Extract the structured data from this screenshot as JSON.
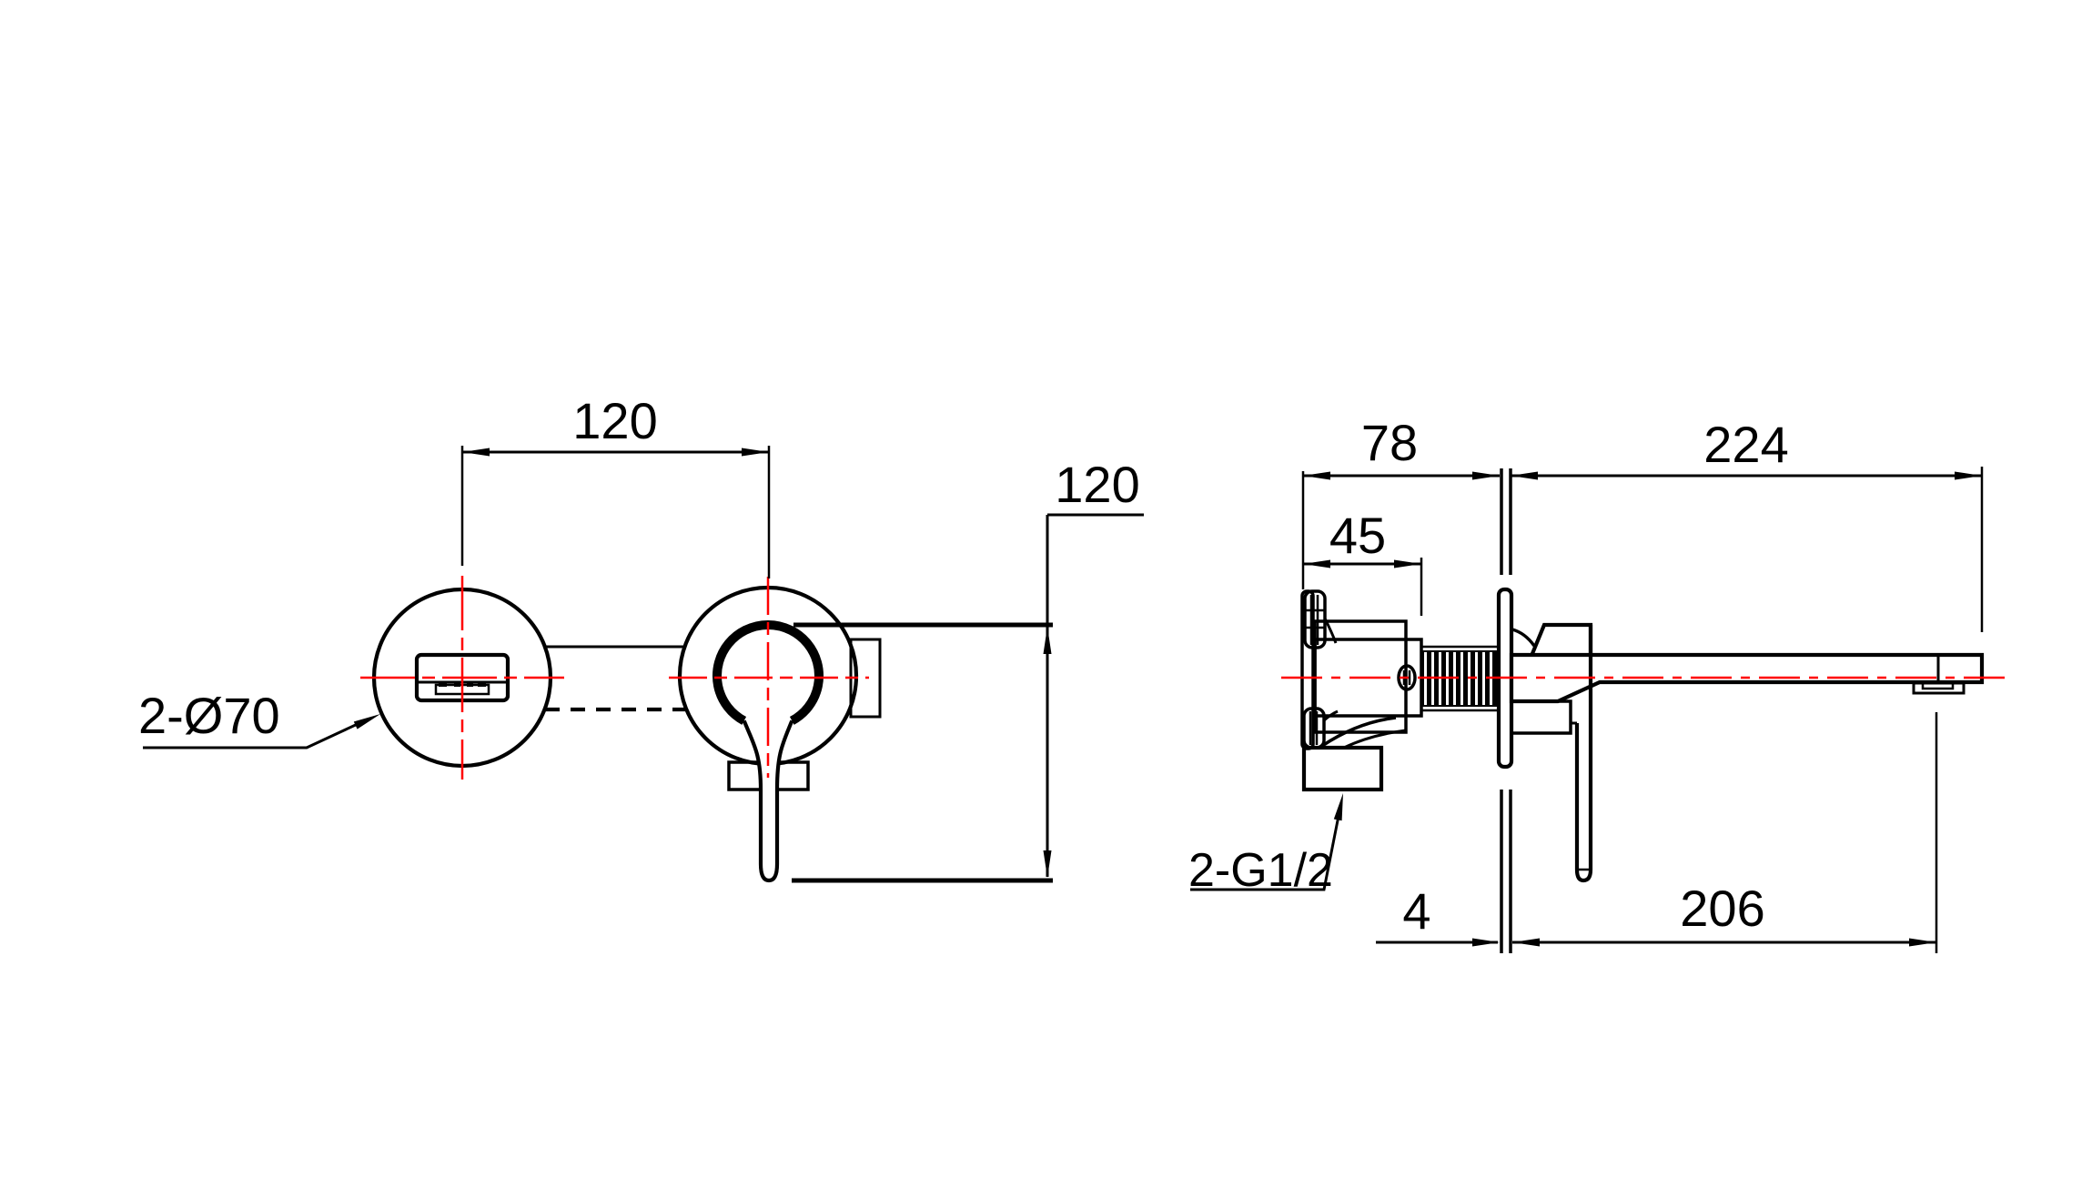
{
  "colors": {
    "background": "#ffffff",
    "line": "#000000",
    "centerline": "#ff0000"
  },
  "front_view": {
    "hole_spacing": "120",
    "handle_height": "120",
    "hole_diameter": "2-Ø70"
  },
  "side_view": {
    "body_depth": "78",
    "thread_depth": "45",
    "spout_reach": "224",
    "plate_thickness": "4",
    "outlet_reach": "206",
    "inlet_thread": "2-G1/2"
  }
}
